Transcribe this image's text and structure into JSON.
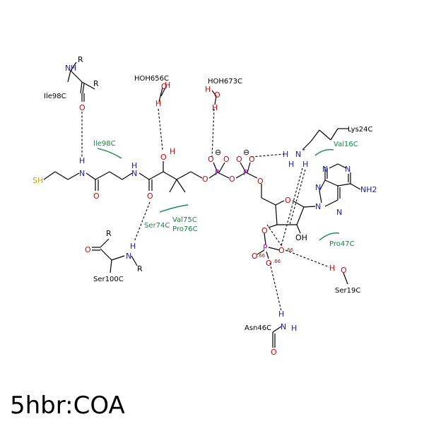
{
  "title": "5hbr:COA",
  "colors": {
    "bond": "#000000",
    "oxygen": "#d40000",
    "nitrogen": "#1a1aa6",
    "sulfur": "#c8a000",
    "phosphorus": "#c000c0",
    "hydrophobic": "#118844"
  },
  "residues": {
    "ile98_top": "Ile98C",
    "ile98_hyd": "Ile98C",
    "hoh656": "HOH656C",
    "hoh673": "HOH673C",
    "lys24": "Lys24C",
    "val16": "Val16C",
    "val75": "Val75C",
    "pro76": "Pro76C",
    "ser74": "Ser74C",
    "ser100": "Ser100C",
    "pro47": "Pro47C",
    "ser19": "Ser19C",
    "asn46": "Asn46C"
  },
  "atoms": {
    "N": "N",
    "H": "H",
    "O": "O",
    "R": "R",
    "S": "SH",
    "P": "P",
    "OH": "OH",
    "NH2": "NH2",
    "minus": "⊖",
    "plus": "+",
    "charge66": ".66"
  }
}
